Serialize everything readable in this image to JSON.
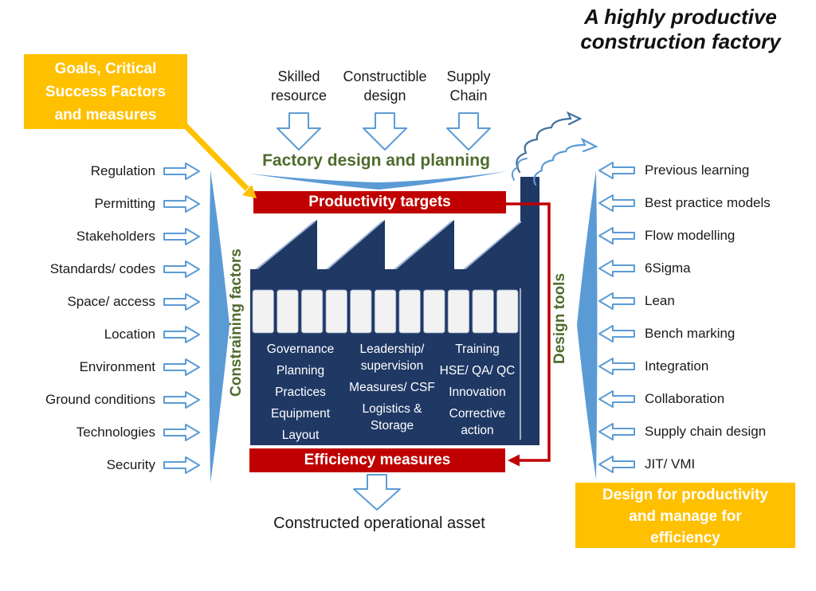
{
  "title": {
    "lines": [
      "A highly productive",
      "construction factory"
    ]
  },
  "goals_box": {
    "lines": [
      "Goals, Critical",
      "Success Factors",
      "and measures"
    ]
  },
  "design_box": {
    "lines": [
      "Design for productivity",
      "and manage for",
      "efficiency"
    ]
  },
  "inputs": {
    "items": [
      {
        "lines": [
          "Skilled",
          "resource"
        ]
      },
      {
        "lines": [
          "Constructible",
          "design"
        ]
      },
      {
        "lines": [
          "Supply",
          "Chain"
        ]
      }
    ],
    "heading": "Factory design and planning"
  },
  "left_panel": {
    "heading": "Constraining factors",
    "items": [
      "Regulation",
      "Permitting",
      "Stakeholders",
      "Standards/ codes",
      "Space/ access",
      "Location",
      "Environment",
      "Ground conditions",
      "Technologies",
      "Security"
    ]
  },
  "right_panel": {
    "heading": "Design tools",
    "items": [
      "Previous learning",
      "Best practice models",
      "Flow modelling",
      "6Sigma",
      "Lean",
      "Bench marking",
      "Integration",
      "Collaboration",
      "Supply chain design",
      "JIT/ VMI"
    ]
  },
  "factory": {
    "top_bar": "Productivity targets",
    "bottom_bar": "Efficiency measures",
    "columns": [
      [
        "Governance",
        "Planning",
        "Practices",
        "Equipment",
        "Layout"
      ],
      [
        "Leadership/ supervision",
        "Measures/ CSF",
        "Logistics & Storage"
      ],
      [
        "Training",
        "HSE/ QA/ QC",
        "Innovation",
        "Corrective action"
      ]
    ]
  },
  "output": {
    "caption": "Constructed operational asset"
  },
  "colors": {
    "navy": "#1f3864",
    "red": "#c00000",
    "amber": "#ffc000",
    "blue": "#5b9bd5",
    "green": "#4f6b2d"
  }
}
